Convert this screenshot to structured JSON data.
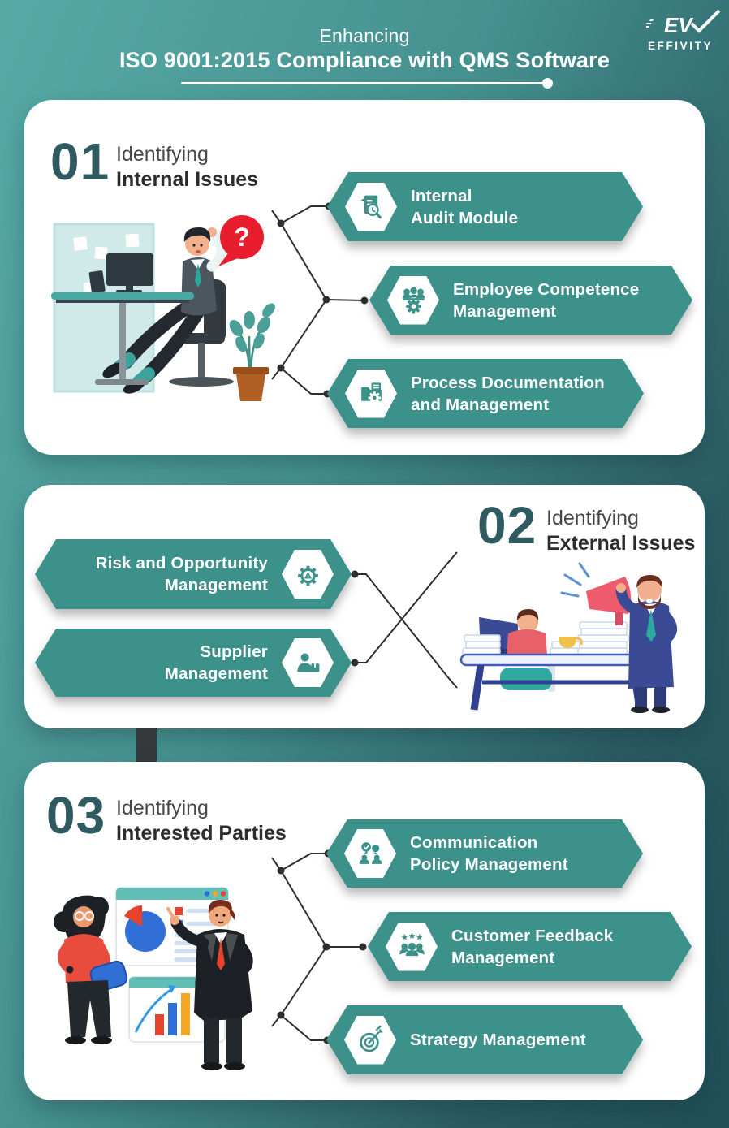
{
  "header": {
    "title_line1": "Enhancing",
    "title_line2": "ISO 9001:2015 Compliance with QMS Software",
    "brand": "EFFIVITY",
    "brand_monogram": "EV"
  },
  "sections": [
    {
      "number": "01",
      "title_light": "Identifying",
      "title_bold": "Internal Issues",
      "question_bubble": "?",
      "items": [
        {
          "icon": "audit-document-icon",
          "label": "Internal\nAudit Module"
        },
        {
          "icon": "team-gear-icon",
          "label": "Employee Competence\nManagement"
        },
        {
          "icon": "folder-gear-icon",
          "label": "Process Documentation\nand Management"
        }
      ]
    },
    {
      "number": "02",
      "title_light": "Identifying",
      "title_bold": "External Issues",
      "items": [
        {
          "icon": "gear-alert-icon",
          "label": "Risk and Opportunity\nManagement"
        },
        {
          "icon": "person-box-icon",
          "label": "Supplier\nManagement"
        }
      ]
    },
    {
      "number": "03",
      "title_light": "Identifying",
      "title_bold": "Interested Parties",
      "items": [
        {
          "icon": "chat-people-icon",
          "label": "Communication\nPolicy Management"
        },
        {
          "icon": "group-stars-icon",
          "label": "Customer Feedback\nManagement"
        },
        {
          "icon": "target-arrow-icon",
          "label": "Strategy Management"
        }
      ]
    }
  ],
  "colors": {
    "banner_teal": "#3c918b",
    "number_teal": "#2e5a60",
    "question_red": "#e81e2e",
    "background_start": "#56aaa6",
    "background_end": "#204f58",
    "connector_dark": "#2e2e2e"
  }
}
